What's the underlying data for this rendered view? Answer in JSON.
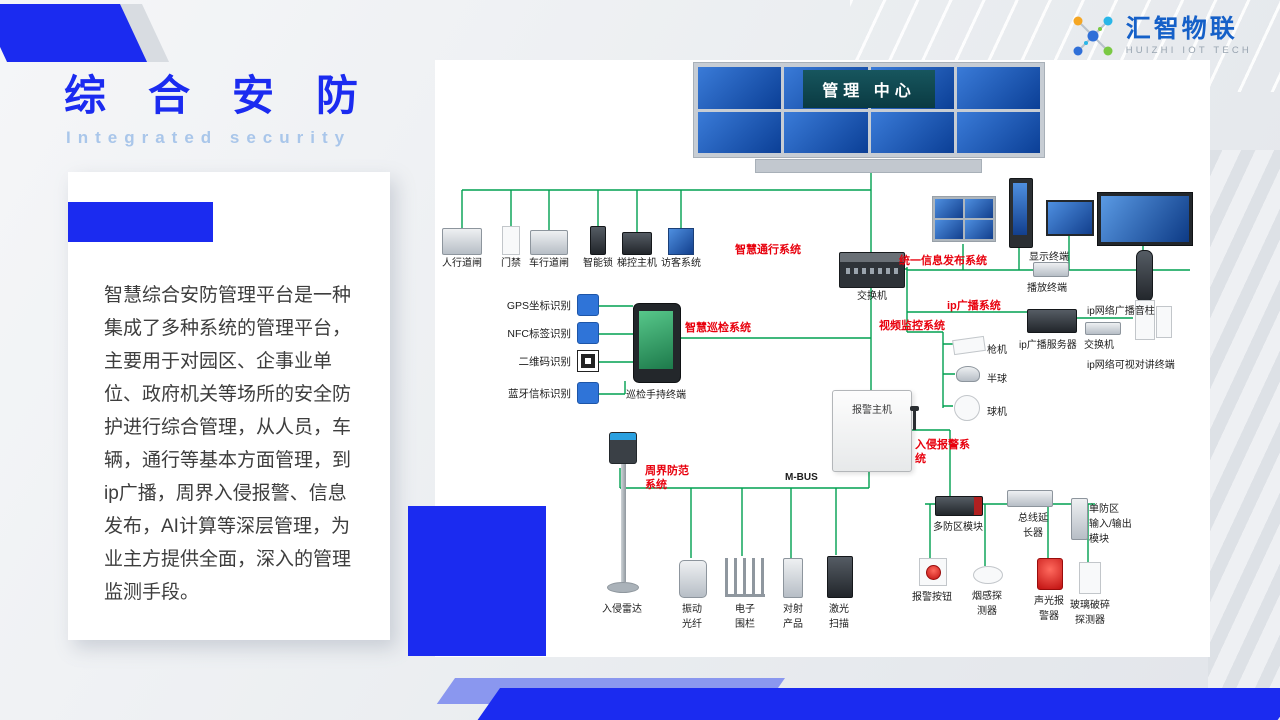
{
  "brand": {
    "name": "汇智物联",
    "tagline": "HUIZHI IOT TECH"
  },
  "header": {
    "title": "综合安防",
    "subtitle": "Integrated security"
  },
  "intro": {
    "text": "智慧综合安防管理平台是一种集成了多种系统的管理平台，主要用于对园区、企事业单位、政府机关等场所的安全防护进行综合管理，从人员，车辆，通行等基本方面管理，到ip广播，周界入侵报警、信息发布，AI计算等深层管理，为业主方提供全面，深入的管理监测手段。"
  },
  "diagram": {
    "management_center": "管理 中心",
    "switch": "交换机",
    "access_devices": [
      "人行道闸",
      "门禁",
      "车行道闸",
      "智能锁",
      "梯控主机",
      "访客系统"
    ],
    "systems": {
      "access": "智慧通行系统",
      "publish": "统一信息发布系统",
      "broadcast": "ip广播系统",
      "video": "视频监控系统",
      "patrol": "智慧巡检系统",
      "intrusion": "入侵报警系\n统",
      "perimeter": "周界防范\n系统"
    },
    "display_terminal": "显示终端",
    "play_terminal": "播放终端",
    "broadcast_column": "ip网络广播音柱",
    "broadcast_server": "ip广播服务器",
    "switch2": "交换机",
    "intercom_terminal": "ip网络可视对讲终端",
    "cameras": [
      "枪机",
      "半球",
      "球机"
    ],
    "patrol_ids": [
      "GPS坐标识别",
      "NFC标签识别",
      "二维码识别",
      "蓝牙信标识别"
    ],
    "patrol_terminal": "巡检手持终端",
    "alarm_host": "报警主机",
    "mbus": "M-BUS",
    "perimeter_devices": [
      "入侵雷达",
      "振动\n光纤",
      "电子\n围栏",
      "对射\n产品",
      "激光\n扫描"
    ],
    "alarm_modules": [
      "多防区模块",
      "总线延\n长器",
      "单防区\n输入/输出\n模块"
    ],
    "alarm_devices": [
      "报警按钮",
      "烟感探\n测器",
      "声光报\n警器",
      "玻璃破碎\n探测器"
    ]
  },
  "colors": {
    "brand_blue": "#1b2bf0",
    "logo_blue": "#1560c8",
    "system_red": "#e8000d",
    "line_green": "#00a050"
  }
}
